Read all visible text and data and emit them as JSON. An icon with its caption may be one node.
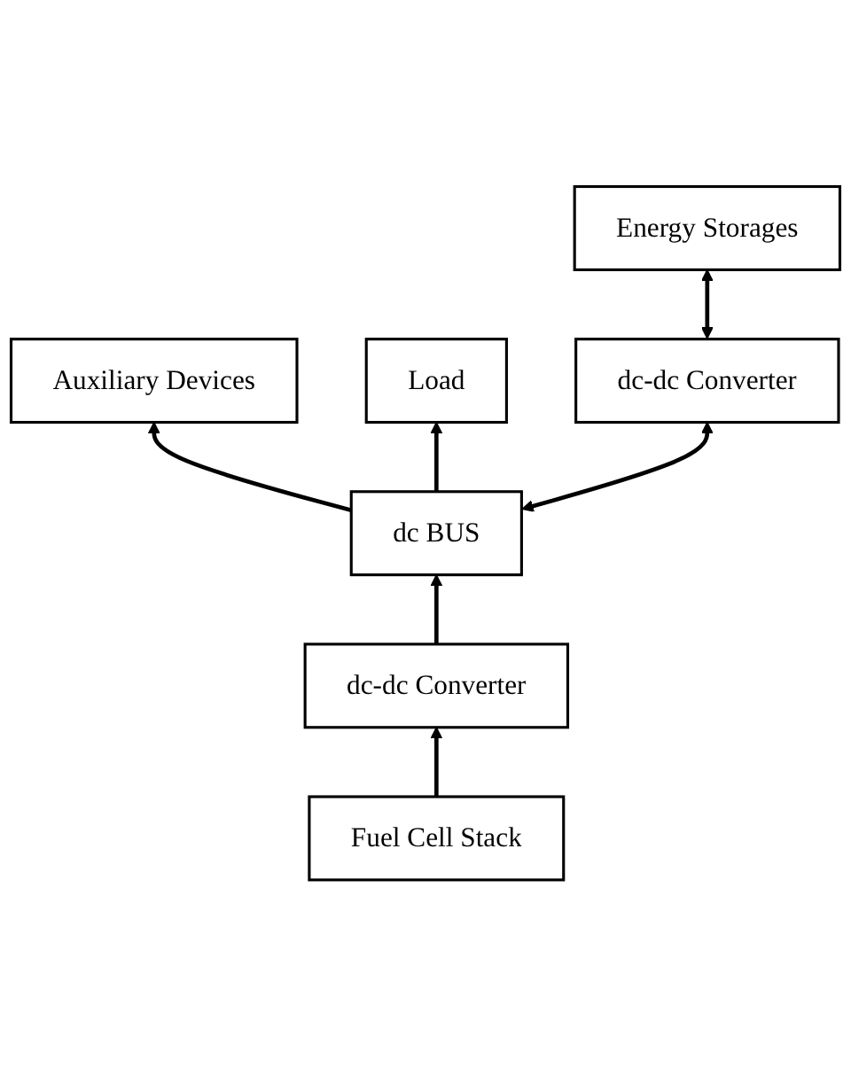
{
  "diagram": {
    "nodes": [
      {
        "text": [
          "Auxiliary Devices"
        ]
      },
      {
        "text": [
          "dc BUS"
        ]
      },
      {
        "text": [
          "Load"
        ]
      },
      {
        "text": [
          "dc-dc Converter"
        ]
      },
      {
        "text": [
          "dc-dc Converter"
        ]
      },
      {
        "text": [
          "Fuel Cell Stack"
        ]
      },
      {
        "text": [
          "Energy Storages"
        ]
      }
    ],
    "edges": [
      {
        "from": 1,
        "to": 0,
        "arrow": "to"
      },
      {
        "from": 1,
        "to": 2,
        "arrow": "to"
      },
      {
        "from": 3,
        "to": 1,
        "arrow": "to"
      },
      {
        "from": 1,
        "to": 4,
        "arrow": "both"
      },
      {
        "from": 5,
        "to": 3,
        "arrow": "to"
      },
      {
        "from": 4,
        "to": 6,
        "arrow": "both"
      }
    ]
  }
}
